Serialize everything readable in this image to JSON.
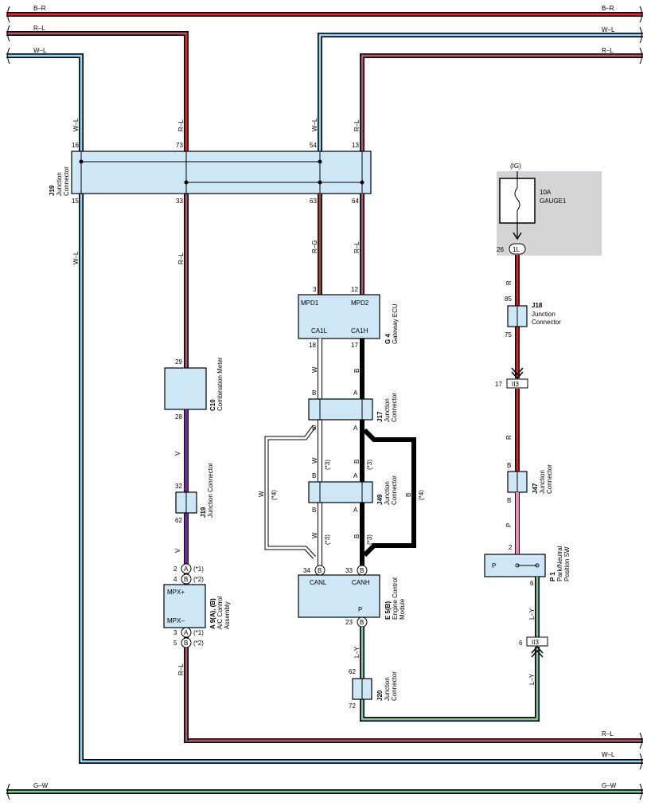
{
  "buses": {
    "br": "B–R",
    "rl": "R–L",
    "wl": "W–L",
    "gw": "G–W"
  },
  "colors": {
    "red": "#e2232a",
    "blue": "#3aa4d9",
    "purple": "#6a2c91",
    "green": "#1a9a3c",
    "pink": "#f08bb5",
    "yellow": "#f0e23c",
    "box_fill": "#cde7f6",
    "fuse_bg": "#d4d4d6"
  },
  "j19_top": {
    "code": "J19",
    "name": [
      "Junction",
      "Connector"
    ],
    "pins": {
      "p16": "16",
      "p73": "73",
      "p54": "54",
      "p13": "13",
      "p15": "15",
      "p33": "33",
      "p63": "63",
      "p64": "64"
    }
  },
  "wires": {
    "wl": "W–L",
    "rl": "R–L",
    "rg": "R–G",
    "r": "R",
    "w": "W",
    "b": "B",
    "v": "V",
    "p": "P",
    "ly": "L–Y"
  },
  "fuse": {
    "ig": "(IG)",
    "rating": "10A",
    "name": "GAUGE1",
    "pin": "26",
    "conn": "1L"
  },
  "j18": {
    "code": "J18",
    "name": [
      "Junction",
      "Connector"
    ],
    "p85": "85",
    "p75": "75"
  },
  "ii3_top": {
    "pin": "17",
    "conn": "II3"
  },
  "j47": {
    "code": "J47",
    "name": [
      "Junction",
      "Connector"
    ],
    "b1": "B",
    "b2": "B"
  },
  "p1": {
    "code": "P 1",
    "name": [
      "Park/Neutral",
      "Position SW"
    ],
    "p2": "2",
    "p6": "6",
    "inner": "P"
  },
  "ii3_bot": {
    "pin": "6",
    "conn": "II3"
  },
  "g4": {
    "code": "G 4",
    "name": "Gateway ECU",
    "mpd1": "MPD1",
    "mpd2": "MPD2",
    "ca1l": "CA1L",
    "ca1h": "CA1H",
    "p3": "3",
    "p12": "12",
    "p18": "18",
    "p17": "17"
  },
  "j17": {
    "code": "J17",
    "name": [
      "Junction",
      "Connector"
    ],
    "b": "B",
    "a": "A"
  },
  "j49": {
    "code": "J49",
    "name": [
      "Junction",
      "Connector"
    ],
    "b": "B",
    "a": "A"
  },
  "variants": {
    "v3": "(*3)",
    "v4": "(*4)",
    "v1": "(*1)",
    "v2": "(*2)"
  },
  "ecm": {
    "code": "E 5(B)",
    "name": [
      "Engine Control",
      "Module"
    ],
    "canl": "CANL",
    "canh": "CANH",
    "p": "P",
    "p34": "34",
    "p33": "33",
    "p23": "23",
    "conn": "B"
  },
  "j20": {
    "code": "J20",
    "name": [
      "Junction",
      "Connector"
    ],
    "p62": "62",
    "p72": "72"
  },
  "c10": {
    "code": "C10",
    "name": "Combination Meter",
    "p29": "29",
    "p28": "28"
  },
  "j19_mid": {
    "code": "J19",
    "name": "Junction Connector",
    "p32": "32",
    "p62": "62"
  },
  "a9": {
    "code": "A 9(A), (B)",
    "name": [
      "A/C Control",
      "Assembly"
    ],
    "mpxp": "MPX+",
    "mpxm": "MPX–",
    "p2": "2",
    "p3": "3",
    "p4": "4",
    "p5": "5",
    "ca": "A",
    "cb": "B"
  }
}
